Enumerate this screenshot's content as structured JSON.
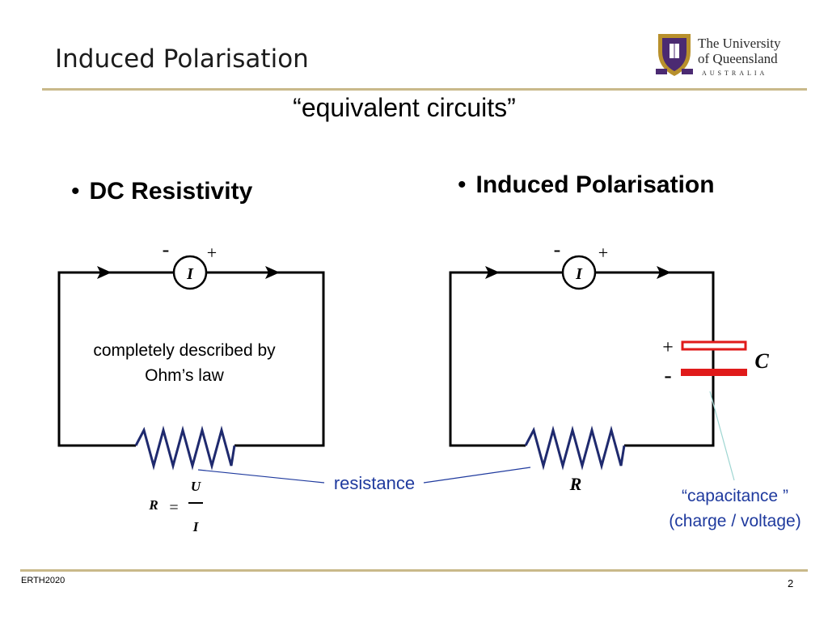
{
  "slide": {
    "title": "Induced Polarisation",
    "subtitle": "“equivalent circuits”",
    "bullet_left": "DC Resistivity",
    "bullet_right": "Induced Polarisation",
    "bullet_char": "•"
  },
  "logo": {
    "line1": "The University",
    "line2": "of Queensland",
    "line3": "AUSTRALIA"
  },
  "circuit_left": {
    "meter_symbol": "I",
    "minus_sign": "-",
    "plus_sign": "+",
    "description": "completely described by Ohm’s law",
    "formula": {
      "lhs": "R",
      "equals": "=",
      "numerator": "U",
      "denominator": "I"
    }
  },
  "circuit_right": {
    "meter_symbol": "I",
    "minus_sign": "-",
    "plus_sign": "+",
    "cap_plus": "+",
    "cap_minus": "-",
    "cap_symbol": "C",
    "resistor_symbol": "R"
  },
  "annotations": {
    "resistance": "resistance",
    "capacitance_line1": "“capacitance ”",
    "capacitance_line2": "(charge / voltage)"
  },
  "footer": {
    "course_code": "ERTH2020",
    "page_number": "2"
  },
  "colors": {
    "rule": "#c9b98a",
    "wire": "#000000",
    "resistor": "#1f2a6e",
    "capacitor": "#e01a1a",
    "annotation": "#1f3a9e",
    "cap_leader": "#9fd6d2",
    "logo_shield_gold": "#b8902c",
    "logo_shield_purple": "#4b2a72"
  }
}
